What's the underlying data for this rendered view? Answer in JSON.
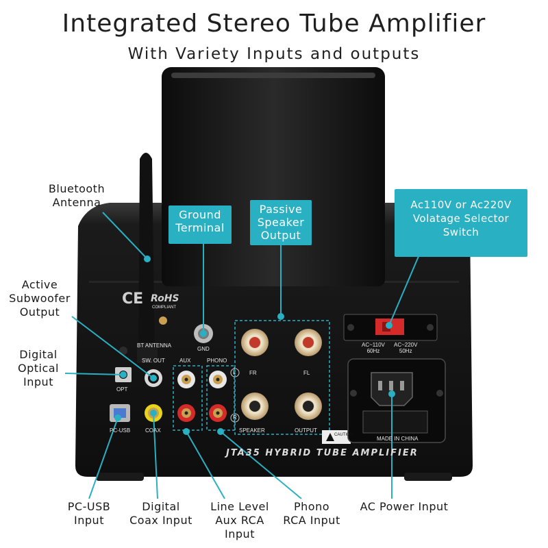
{
  "title": "Integrated Stereo Tube Amplifier",
  "subtitle": "With Variety Inputs and outputs",
  "callouts": {
    "bluetooth_antenna": "Bluetooth\nAntenna",
    "ground_terminal": "Ground\nTerminal",
    "passive_speaker_output": "Passive\nSpeaker\nOutput",
    "voltage_selector": "Ac110V or Ac220V\nVolatage Selector\nSwitch",
    "active_subwoofer_output": "Active\nSubwoofer\nOutput",
    "digital_optical_input": "Digital\nOptical\nInput",
    "pc_usb_input": "PC-USB\nInput",
    "digital_coax_input": "Digital\nCoax Input",
    "line_level_aux_rca_input": "Line Level\nAux RCA\nInput",
    "phono_rca_input": "Phono\nRCA Input",
    "ac_power_input": "AC Power Input"
  },
  "panel": {
    "certification_marks": "CE",
    "rohs": "RoHS",
    "rohs_sub": "COMPLIANT",
    "antenna_label": "BT ANTENNA",
    "gnd": "GND",
    "sw_out": "SW. OUT",
    "aux": "AUX",
    "phono": "PHONO",
    "opt": "OPT",
    "pc_usb": "PC-USB",
    "coax": "COAX",
    "fr": "FR",
    "fl": "FL",
    "speaker": "SPEAKER",
    "output": "OUTPUT",
    "caution": "CAUTION",
    "ac110": "AC~110V\n60Hz",
    "ac220": "AC~220V\n50Hz",
    "made_in": "MADE IN CHINA",
    "model": "JTA35  HYBRID TUBE AMPLIFIER",
    "left_marker": "L",
    "right_marker": "R"
  },
  "colors": {
    "accent": "#2ab0c3",
    "chassis": "#141414",
    "rca_white": "#e8e8e8",
    "rca_red": "#d42a2a",
    "coax_yellow": "#e8d41a",
    "usb_blue": "#4a7bd0"
  }
}
